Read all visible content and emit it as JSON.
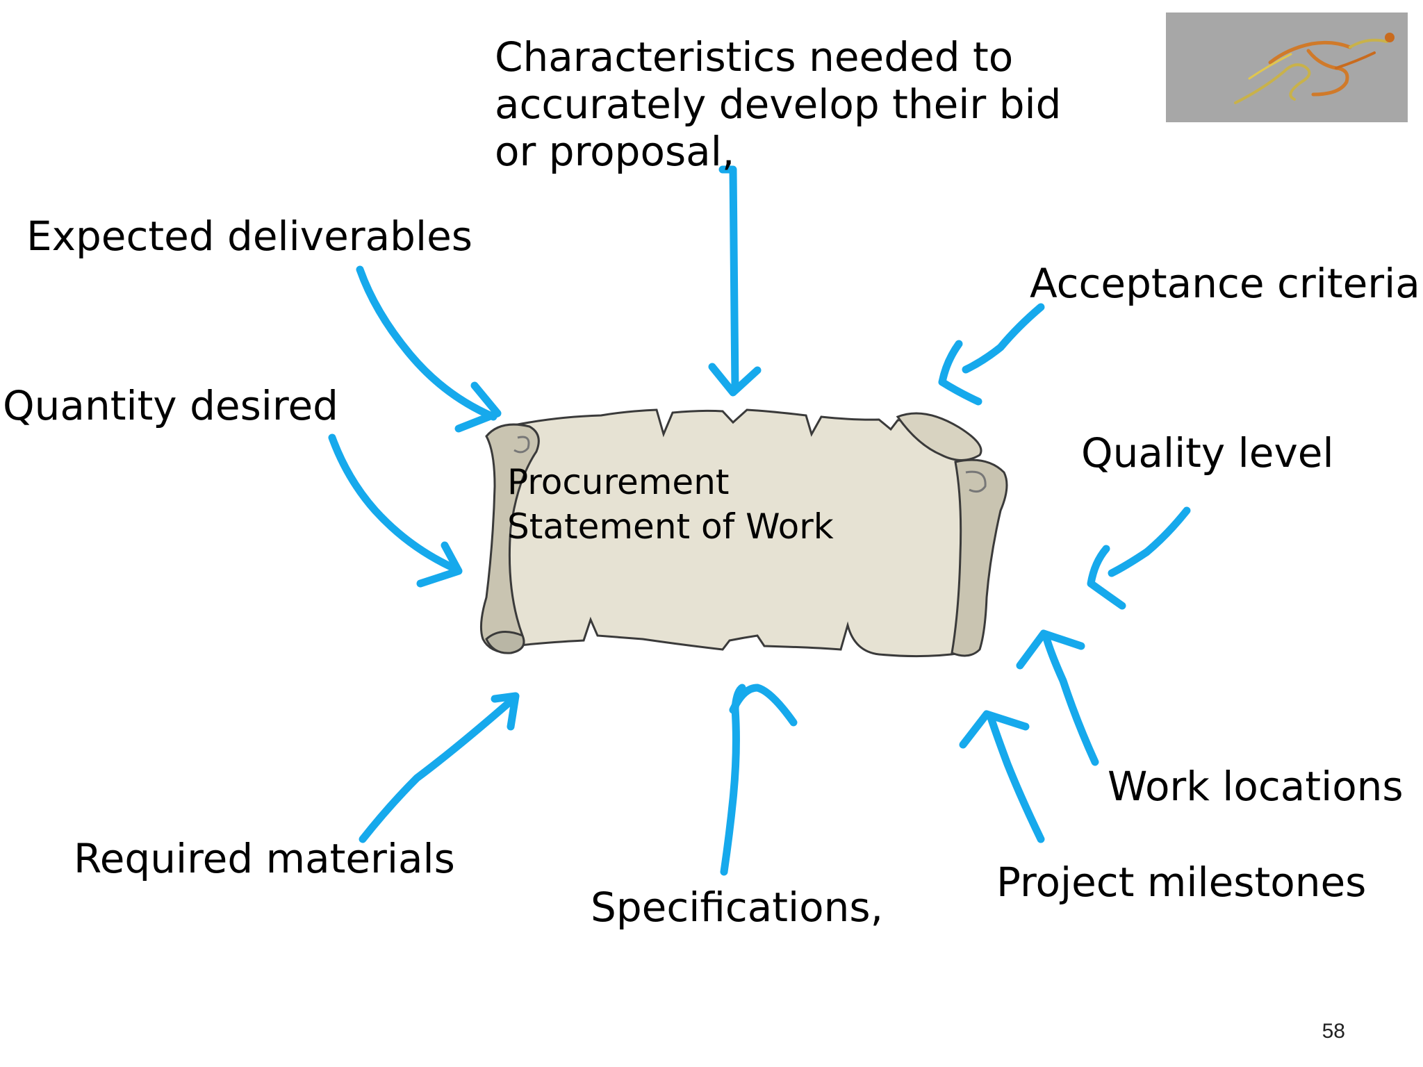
{
  "slide": {
    "page_number": "58",
    "center": {
      "label": "Procurement\nStatement of Work"
    },
    "labels": {
      "characteristics": "Characteristics needed to accurately develop their bid or proposal,",
      "expected_deliverables": "Expected deliverables",
      "quantity_desired": "Quantity desired",
      "acceptance_criteria": "Acceptance criteria,",
      "quality_level": "Quality level",
      "work_locations": "Work locations",
      "project_milestones": "Project milestones",
      "specifications": "Specifications,",
      "required_materials": "Required materials"
    },
    "colors": {
      "arrow": "#16a9ec",
      "scroll_fill": "#e6e2d3",
      "scroll_shadow": "#b9b6a5",
      "logo_bg": "#a7a7a7"
    },
    "logo_icon": "running-figure-icon"
  }
}
